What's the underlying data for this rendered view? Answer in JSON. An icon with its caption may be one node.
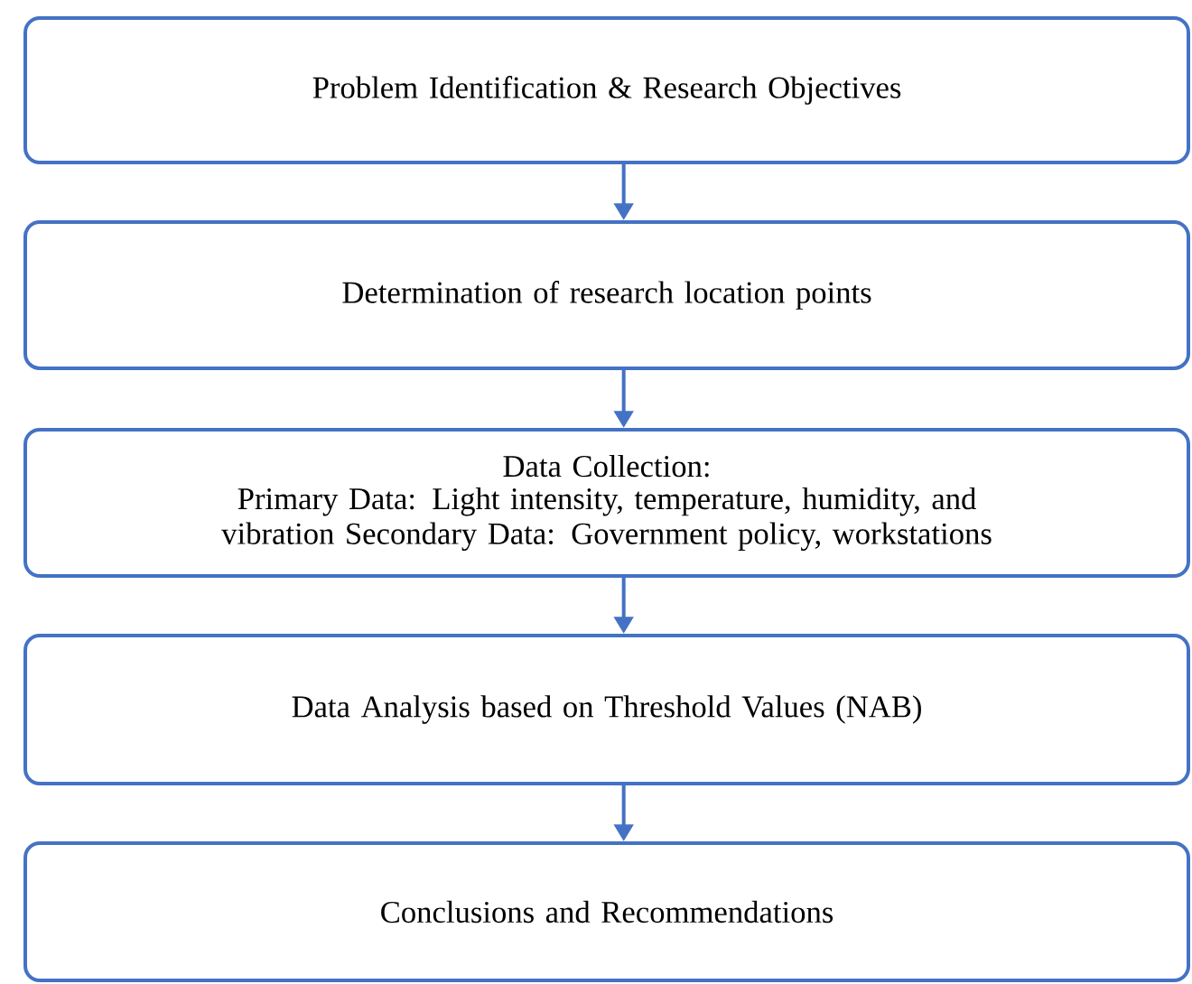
{
  "diagram": {
    "nodes": [
      {
        "text": [
          "Problem Identification & Research Objectives"
        ]
      },
      {
        "text": [
          "Determination of research location points"
        ]
      },
      {
        "text": [
          "Data Collection:",
          "Primary Data: Light intensity, temperature, humidity, and vibration Secondary Data: Government policy, workstations"
        ]
      },
      {
        "text": [
          "Data Analysis based on Threshold Values (NAB)"
        ]
      },
      {
        "text": [
          "Conclusions and Recommendations"
        ]
      }
    ],
    "edges": [
      {
        "from": 0,
        "to": 1,
        "arrow": "to"
      },
      {
        "from": 1,
        "to": 2,
        "arrow": "to"
      },
      {
        "from": 2,
        "to": 3,
        "arrow": "to"
      },
      {
        "from": 3,
        "to": 4,
        "arrow": "to"
      }
    ]
  }
}
